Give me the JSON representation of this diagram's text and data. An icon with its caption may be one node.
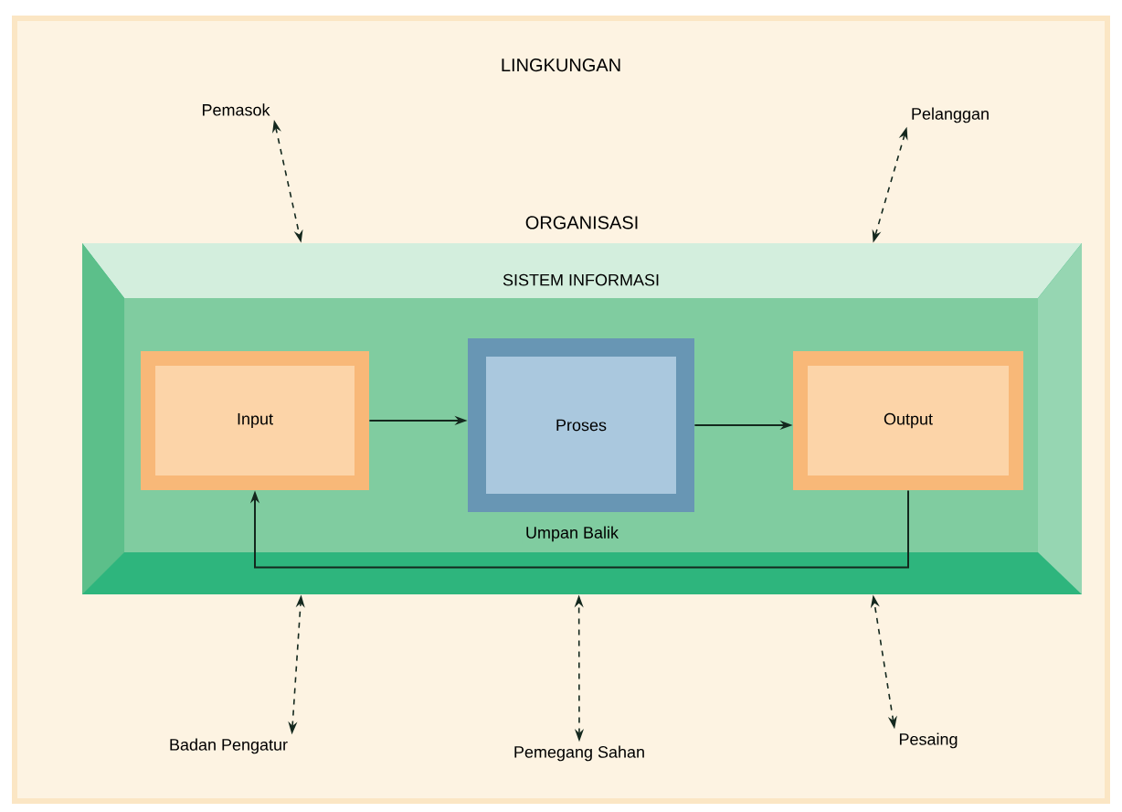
{
  "diagram": {
    "nodes": [
      {
        "text": [
          "LINGKUNGAN"
        ]
      },
      {
        "text": [
          "ORGANISASI"
        ],
        "in": 0
      },
      {
        "text": [
          "SISTEM INFORMASI"
        ],
        "in": 1
      },
      {
        "text": [
          "Input"
        ],
        "in": 2
      },
      {
        "text": [
          "Proses"
        ],
        "in": 2
      },
      {
        "text": [
          "Output"
        ],
        "in": 2
      },
      {
        "text": [
          "Pemasok"
        ],
        "in": 0
      },
      {
        "text": [
          "Pelanggan"
        ],
        "in": 0
      },
      {
        "text": [
          "Badan Pengatur"
        ],
        "in": 0
      },
      {
        "text": [
          "Pemegang Sahan"
        ],
        "in": 0
      },
      {
        "text": [
          "Pesaing"
        ],
        "in": 0
      }
    ],
    "edges": [
      {
        "from": 3,
        "to": 4,
        "arrow": "to"
      },
      {
        "from": 4,
        "to": 5,
        "arrow": "to"
      },
      {
        "from": 5,
        "to": 3,
        "arrow": "to",
        "label": "Umpan Balik"
      },
      {
        "from": 6,
        "to": 1,
        "arrow": "both",
        "style": "dashed"
      },
      {
        "from": 7,
        "to": 1,
        "arrow": "both",
        "style": "dashed"
      },
      {
        "from": 8,
        "to": 1,
        "arrow": "both",
        "style": "dashed"
      },
      {
        "from": 9,
        "to": 1,
        "arrow": "both",
        "style": "dashed"
      },
      {
        "from": 10,
        "to": 1,
        "arrow": "both",
        "style": "dashed"
      }
    ]
  }
}
